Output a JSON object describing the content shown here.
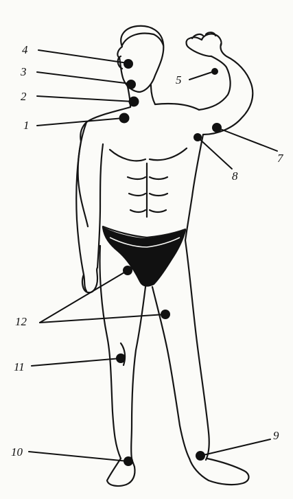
{
  "header_text": "",
  "colors": {
    "ink": "#151515",
    "point": "#111111",
    "paper": "#fbfbf8"
  },
  "points": [
    {
      "id": "1",
      "label": "1",
      "location": "lower neck / collarbone notch"
    },
    {
      "id": "2",
      "label": "2",
      "location": "front of throat"
    },
    {
      "id": "3",
      "label": "3",
      "location": "chin / under jaw"
    },
    {
      "id": "4",
      "label": "4",
      "location": "in front of ear"
    },
    {
      "id": "5",
      "label": "5",
      "location": "inner forearm near wrist"
    },
    {
      "id": "7",
      "label": "7",
      "location": "inner upper arm"
    },
    {
      "id": "8",
      "label": "8",
      "location": "armpit"
    },
    {
      "id": "9",
      "label": "9",
      "location": "ankle (left side)"
    },
    {
      "id": "10",
      "label": "10",
      "location": "ankle (right side)"
    },
    {
      "id": "11",
      "label": "11",
      "location": "back of knee"
    },
    {
      "id": "12",
      "label": "12",
      "location": "groin / inner thigh (two points)"
    }
  ]
}
